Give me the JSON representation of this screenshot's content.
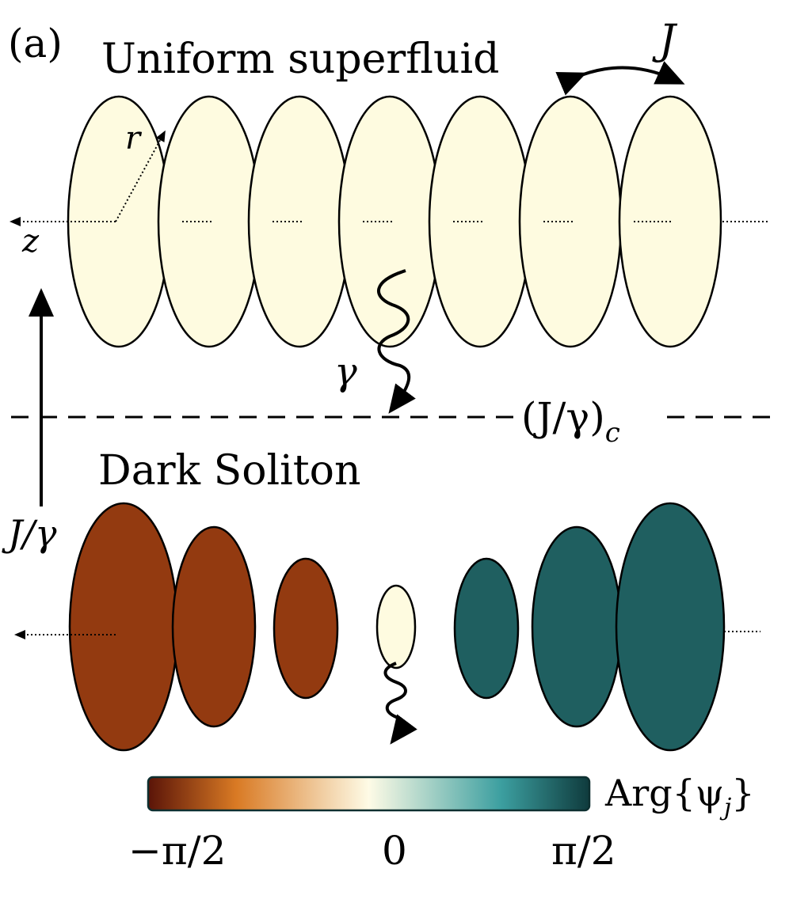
{
  "panel_label": "(a)",
  "top": {
    "title": "Uniform superfluid",
    "hopping_label": "J",
    "axis_r_label": "r",
    "axis_z_label": "z",
    "loss_label": "γ",
    "disk_color": "#fefbe0"
  },
  "transition": {
    "label": "(J/γ)",
    "label_subscript": "c"
  },
  "vertical_axis_label": "J/γ",
  "bottom": {
    "title": "Dark Soliton",
    "colors": {
      "negative_phase": "#933a10",
      "zero_phase": "#fefbe0",
      "positive_phase": "#1f5f60"
    }
  },
  "colorbar": {
    "label": "Arg{ψj}",
    "label_main": "Arg{ψ",
    "label_sub": "j",
    "label_close": "}",
    "ticks": [
      "−π/2",
      "0",
      "π/2"
    ],
    "stops": [
      "#5a1408",
      "#d97a24",
      "#fefbe6",
      "#3c9fa0",
      "#0f3b3d"
    ]
  }
}
